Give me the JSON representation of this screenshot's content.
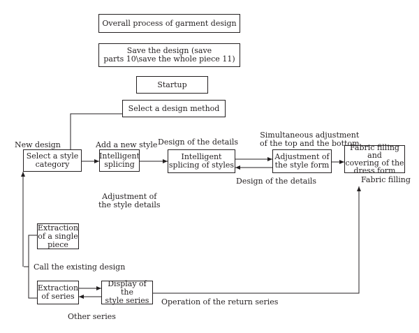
{
  "boxes": {
    "overall_process": "Overall process of garment design",
    "save_design": "Save the design (save\nparts 10\\save the whole piece 11)",
    "startup": "Startup",
    "select_method": "Select a design method",
    "select_style_category": "Select a style\ncategory",
    "intelligent_splicing": "Intelligent\nsplicing",
    "intelligent_splicing_styles": "Intelligent\nsplicing of styles",
    "adjustment_style_form": "Adjustment of\nthe style form",
    "fabric_filling_covering": "Fabric filling and\ncovering of the\ndress form",
    "extraction_single_piece": "Extraction\nof a single\npiece",
    "extraction_series": "Extraction\nof series",
    "display_style_series": "Display of the\nstyle series"
  },
  "labels": {
    "new_design": "New design",
    "add_new_style": "Add a new style",
    "design_details_top": "Design of the details",
    "simultaneous_adjustment": "Simultaneous adjustment\nof the top and the bottom",
    "design_details_bottom": "Design of the details",
    "fabric_filling": "Fabric filling",
    "adjustment_style_details": "Adjustment of\nthe style details",
    "call_existing_design": "Call the existing design",
    "operation_return_series": "Operation of the return series",
    "other_series": "Other series"
  }
}
